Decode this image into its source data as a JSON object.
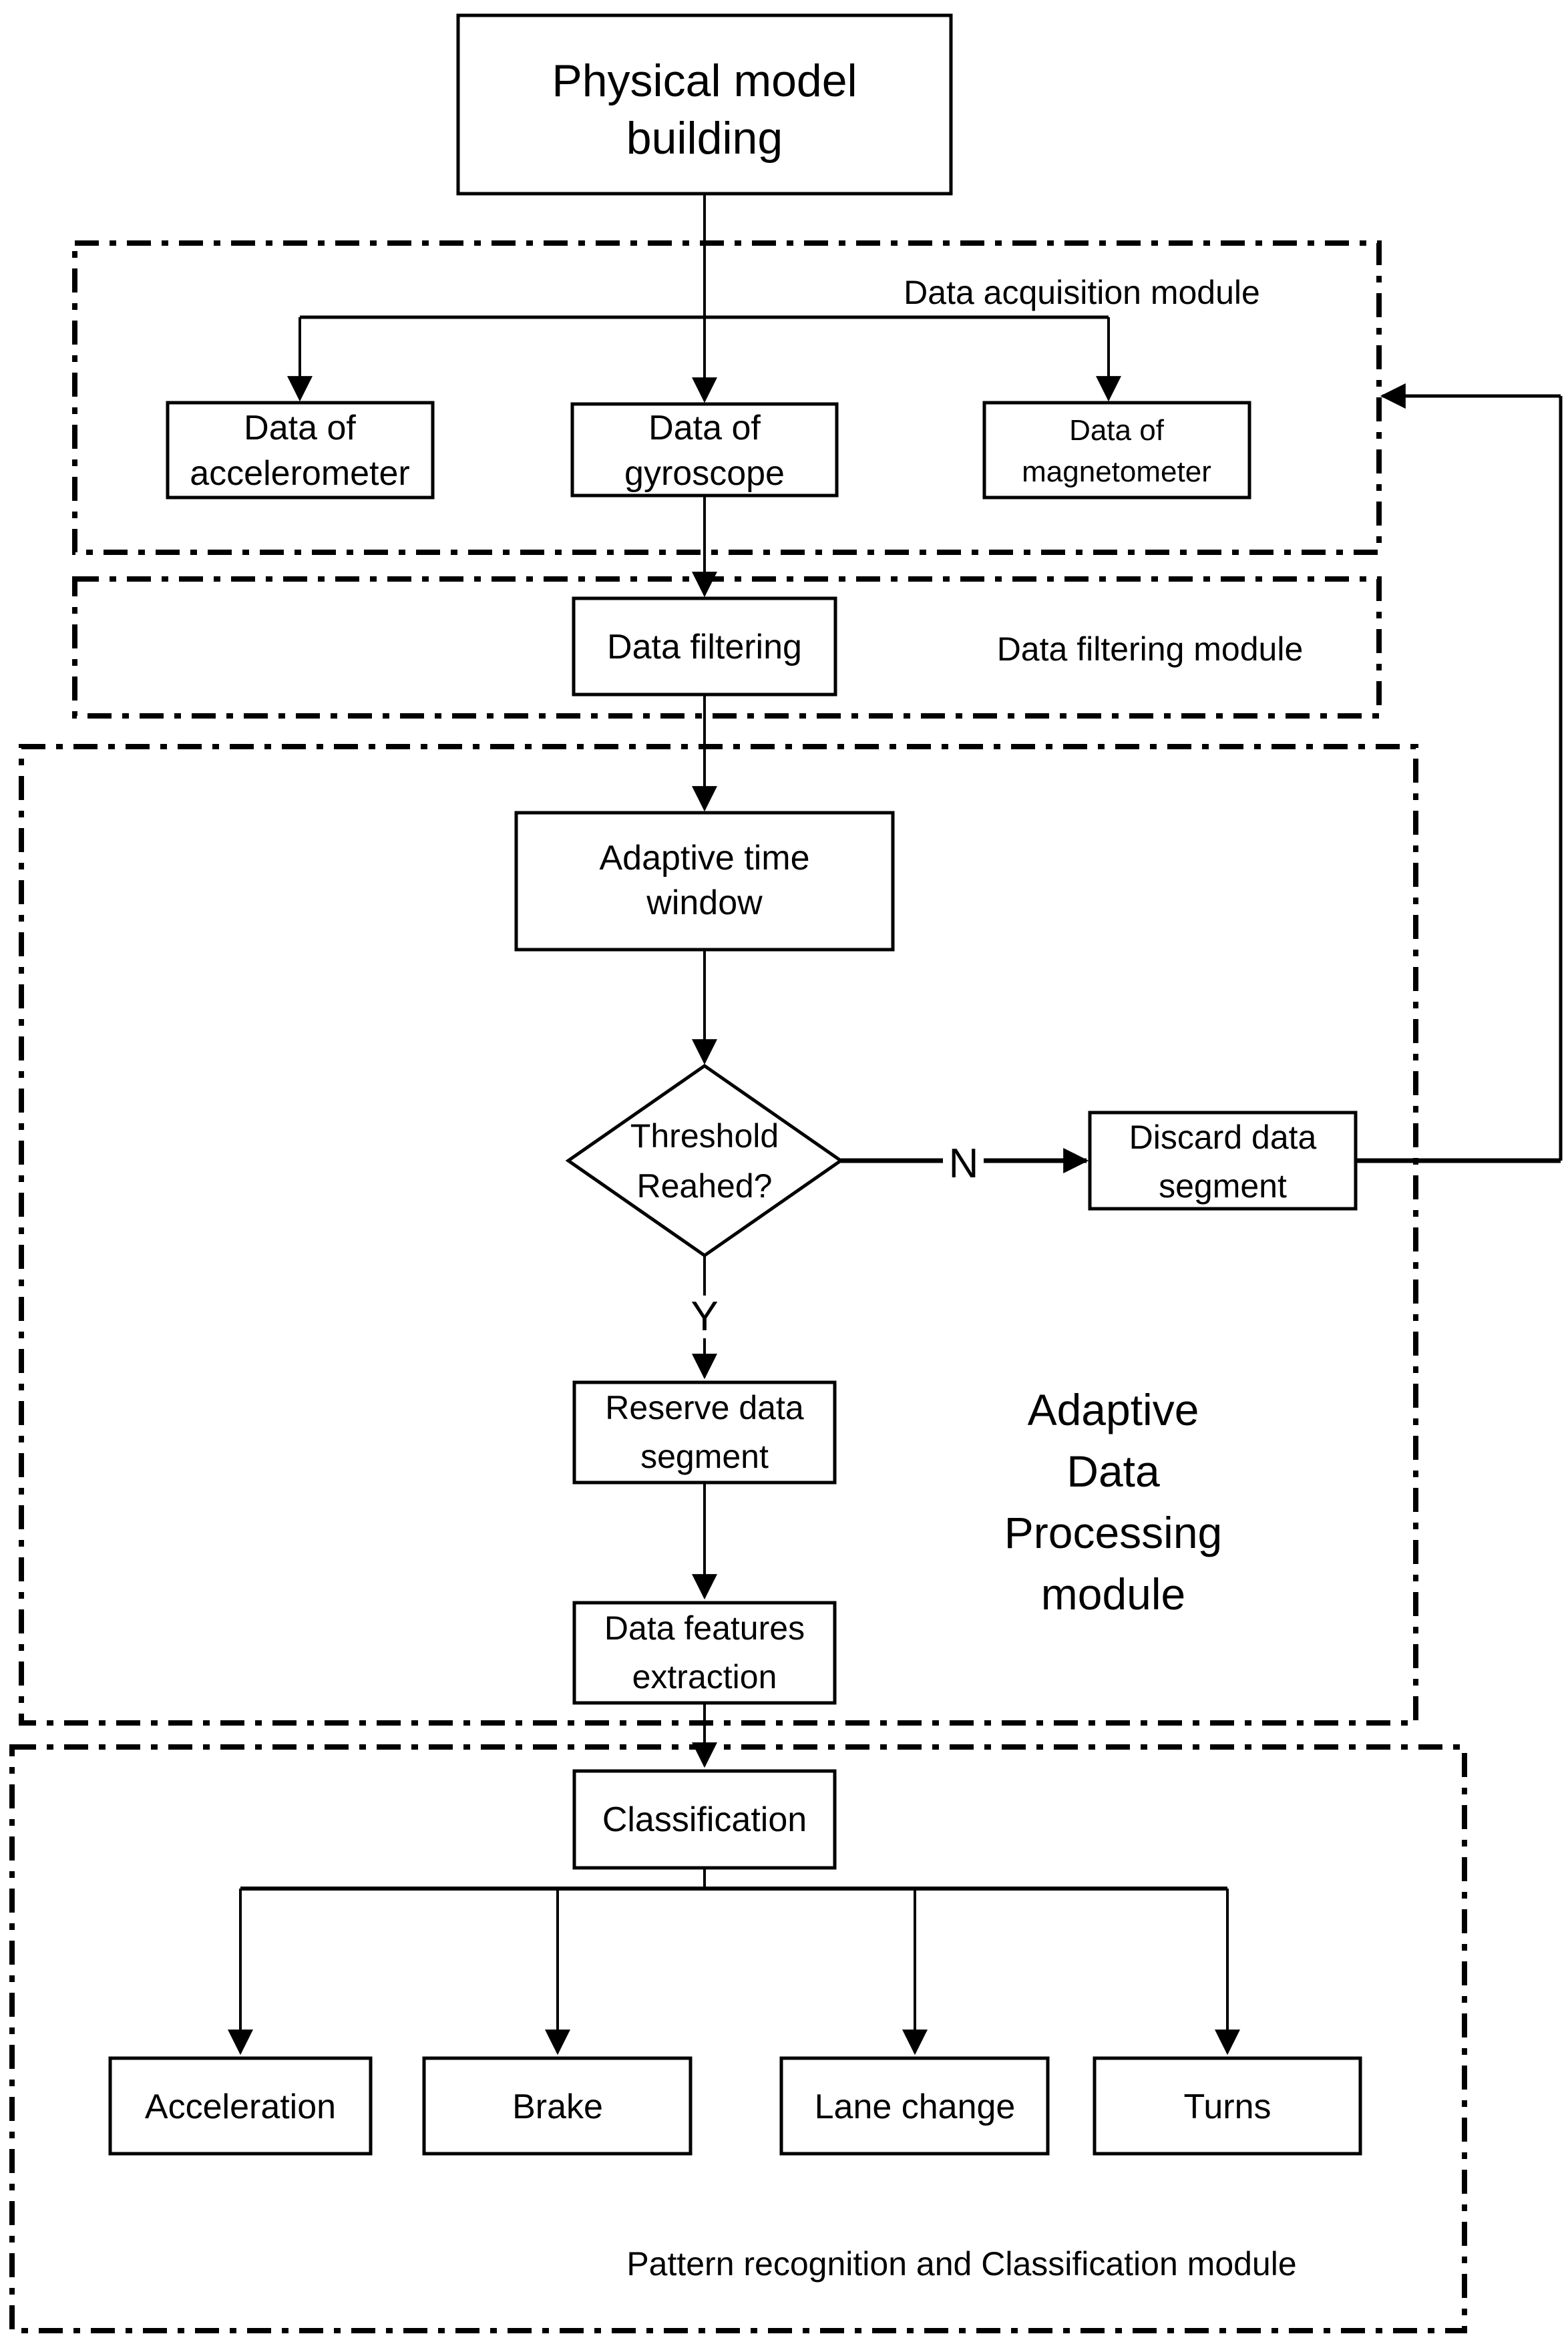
{
  "diagram": {
    "colors": {
      "stroke": "#000000",
      "background": "#ffffff"
    },
    "title_box": {
      "lines": [
        "Physical model",
        "building"
      ]
    },
    "modules": {
      "acquisition": {
        "label": "Data acquisition module"
      },
      "filtering": {
        "label": "Data filtering module"
      },
      "adaptive": {
        "lines": [
          "Adaptive",
          "Data",
          "Processing",
          "module"
        ]
      },
      "pattern": {
        "label": "Pattern recognition and Classification module"
      }
    },
    "nodes": {
      "accelerometer": {
        "lines": [
          "Data of",
          "accelerometer"
        ]
      },
      "gyroscope": {
        "lines": [
          "Data of",
          "gyroscope"
        ]
      },
      "magnetometer": {
        "lines": [
          "Data of",
          "magnetometer"
        ]
      },
      "data_filtering": {
        "label": "Data filtering"
      },
      "adaptive_window": {
        "lines": [
          "Adaptive time",
          "window"
        ]
      },
      "threshold": {
        "lines": [
          "Threshold",
          "Reahed?"
        ]
      },
      "discard": {
        "lines": [
          "Discard data",
          "segment"
        ]
      },
      "reserve": {
        "lines": [
          "Reserve data",
          "segment"
        ]
      },
      "features": {
        "lines": [
          "Data features",
          "extraction"
        ]
      },
      "classification": {
        "label": "Classification"
      },
      "acceleration": {
        "label": "Acceleration"
      },
      "brake": {
        "label": "Brake"
      },
      "lane_change": {
        "label": "Lane change"
      },
      "turns": {
        "label": "Turns"
      }
    },
    "edge_labels": {
      "no": "N",
      "yes": "Y"
    }
  }
}
